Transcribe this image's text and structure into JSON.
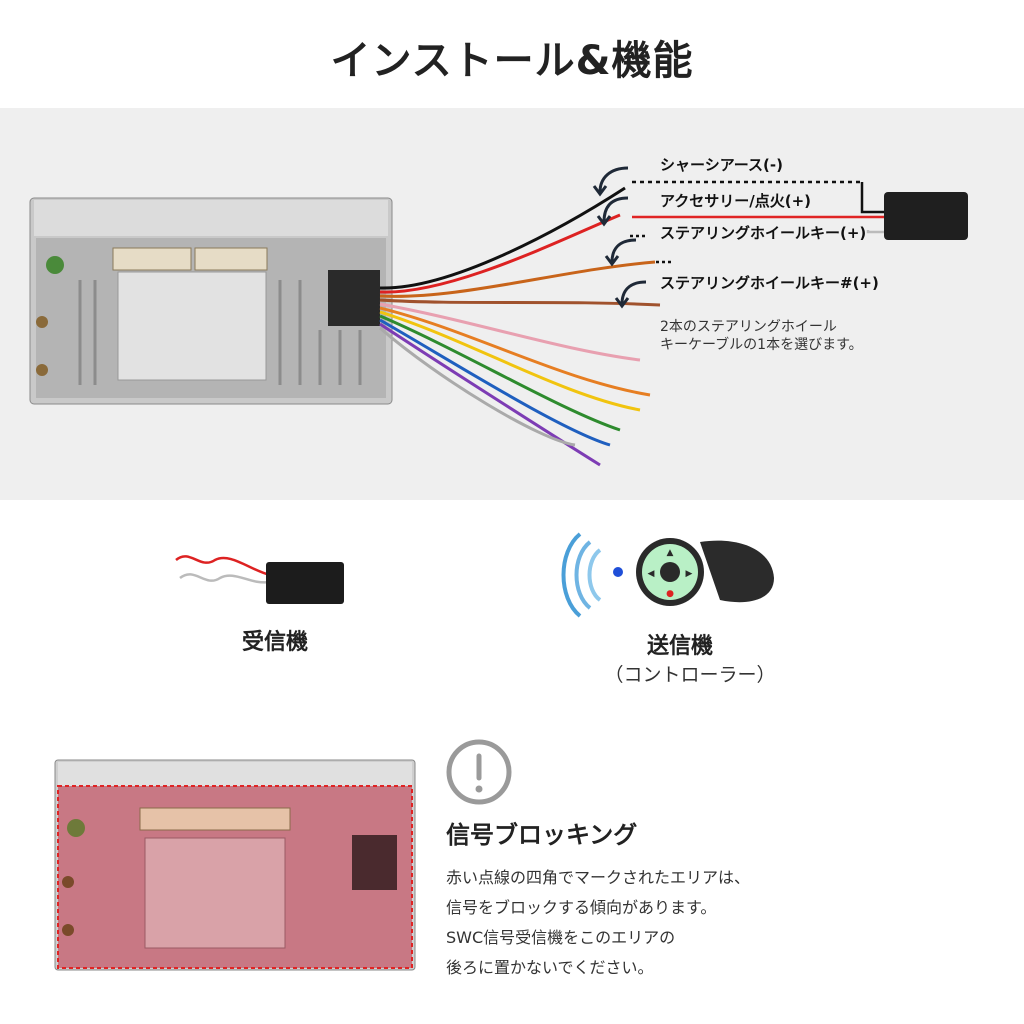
{
  "title": "インストール&機能",
  "wires": {
    "chassis": "シャーシアース(-)",
    "acc": "アクセサリー/点火(+)",
    "swc1": "ステアリングホイールキー(+)",
    "swc2": "ステアリングホイールキー#(+)",
    "note": [
      "2本のステアリングホイール",
      "キーケーブルの1本を選びます。"
    ]
  },
  "receiver_label": "受信機",
  "transmitter_label": "送信機",
  "transmitter_sub": "（コントローラー）",
  "blocking": {
    "heading": "信号ブロッキング",
    "lines": [
      "赤い点線の四角でマークされたエリアは、",
      "信号をブロックする傾向があります。",
      "SWC信号受信機をこのエリアの",
      "後ろに置かないでください。"
    ]
  },
  "colors": {
    "band": "#efefef",
    "red_wire": "#e02424",
    "block_zone": "#d96a7a"
  }
}
